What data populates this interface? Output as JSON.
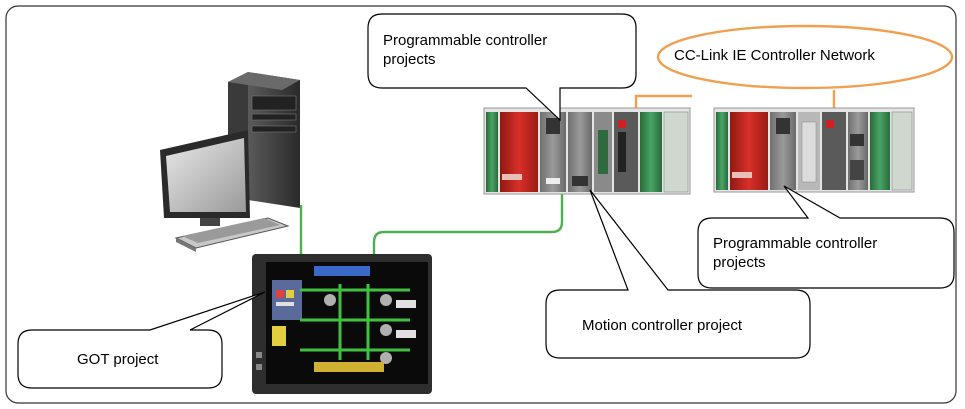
{
  "callouts": {
    "plc_top": "Programmable controller projects",
    "plc_top_line1": "Programmable controller",
    "plc_top_line2": "projects",
    "plc_right_line1": "Programmable controller",
    "plc_right_line2": "projects",
    "motion": "Motion controller project",
    "got": "GOT project"
  },
  "network": {
    "label": "CC-Link IE Controller Network"
  },
  "colors": {
    "ethernet_cable": "#4caf50",
    "network_cable": "#f0a050",
    "network_ellipse": "#f0a050",
    "plc_red": "#c8281e",
    "plc_green": "#3d8a52"
  },
  "icons": [
    "pc-tower-icon",
    "monitor-icon",
    "keyboard-icon",
    "got-panel-icon",
    "plc-rack-icon"
  ]
}
